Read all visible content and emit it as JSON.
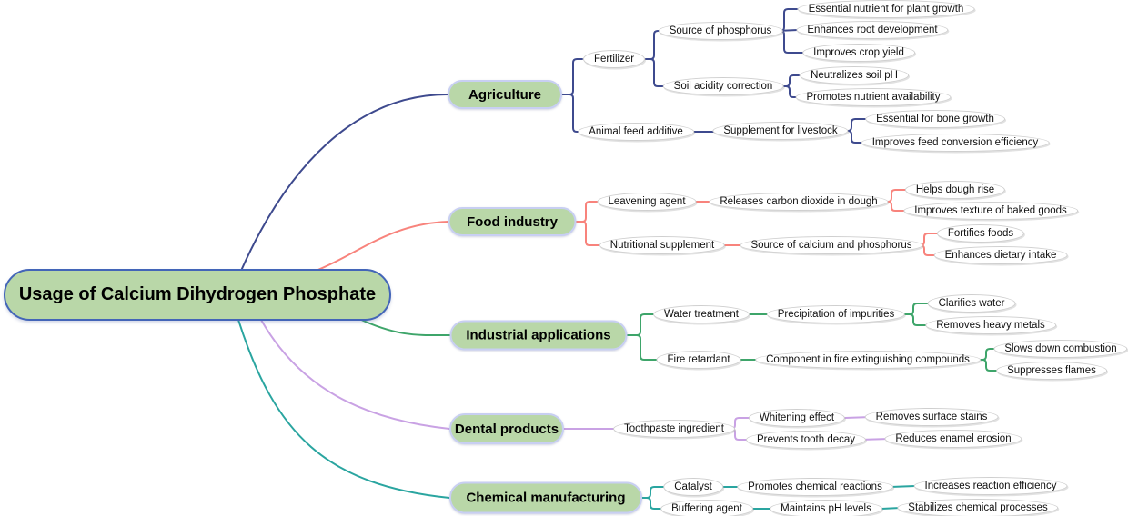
{
  "title": "Usage of Calcium Dihydrogen Phosphate",
  "colors": {
    "background": "#ffffff",
    "root_fill": "#b9d7a8",
    "root_border": "#4365b8",
    "topic_fill": "#b9d7a8",
    "topic_border": "#c8cff2",
    "subnode_fill": "#ffffff",
    "subnode_border": "#cfcfcf",
    "text": "#000000"
  },
  "branches": [
    {
      "label": "Agriculture",
      "color": "#3e4a8e",
      "children": [
        {
          "label": "Fertilizer",
          "children": [
            {
              "label": "Source of phosphorus",
              "children": [
                {
                  "label": "Essential nutrient for plant growth"
                },
                {
                  "label": "Enhances root development"
                },
                {
                  "label": "Improves crop yield"
                }
              ]
            },
            {
              "label": "Soil acidity correction",
              "children": [
                {
                  "label": "Neutralizes soil pH"
                },
                {
                  "label": "Promotes nutrient availability"
                }
              ]
            }
          ]
        },
        {
          "label": "Animal feed additive",
          "children": [
            {
              "label": "Supplement for livestock",
              "children": [
                {
                  "label": "Essential for bone growth"
                },
                {
                  "label": "Improves feed conversion efficiency"
                }
              ]
            }
          ]
        }
      ]
    },
    {
      "label": "Food industry",
      "color": "#f8837c",
      "children": [
        {
          "label": "Leavening agent",
          "children": [
            {
              "label": "Releases carbon dioxide in dough",
              "children": [
                {
                  "label": "Helps dough rise"
                },
                {
                  "label": "Improves texture of baked goods"
                }
              ]
            }
          ]
        },
        {
          "label": "Nutritional supplement",
          "children": [
            {
              "label": "Source of calcium and phosphorus",
              "children": [
                {
                  "label": "Fortifies foods"
                },
                {
                  "label": "Enhances dietary intake"
                }
              ]
            }
          ]
        }
      ]
    },
    {
      "label": "Industrial applications",
      "color": "#3ea56a",
      "children": [
        {
          "label": "Water treatment",
          "children": [
            {
              "label": "Precipitation of impurities",
              "children": [
                {
                  "label": "Clarifies water"
                },
                {
                  "label": "Removes heavy metals"
                }
              ]
            }
          ]
        },
        {
          "label": "Fire retardant",
          "children": [
            {
              "label": "Component in fire extinguishing compounds",
              "children": [
                {
                  "label": "Slows down combustion"
                },
                {
                  "label": "Suppresses flames"
                }
              ]
            }
          ]
        }
      ]
    },
    {
      "label": "Dental products",
      "color": "#c9a2e4",
      "children": [
        {
          "label": "Toothpaste ingredient",
          "children": [
            {
              "label": "Whitening effect",
              "children": [
                {
                  "label": "Removes surface stains"
                }
              ]
            },
            {
              "label": "Prevents tooth decay",
              "children": [
                {
                  "label": "Reduces enamel erosion"
                }
              ]
            }
          ]
        }
      ]
    },
    {
      "label": "Chemical manufacturing",
      "color": "#2aa5a0",
      "children": [
        {
          "label": "Catalyst",
          "children": [
            {
              "label": "Promotes chemical reactions",
              "children": [
                {
                  "label": "Increases reaction efficiency"
                }
              ]
            }
          ]
        },
        {
          "label": "Buffering agent",
          "children": [
            {
              "label": "Maintains pH levels",
              "children": [
                {
                  "label": "Stabilizes chemical processes"
                }
              ]
            }
          ]
        }
      ]
    }
  ]
}
